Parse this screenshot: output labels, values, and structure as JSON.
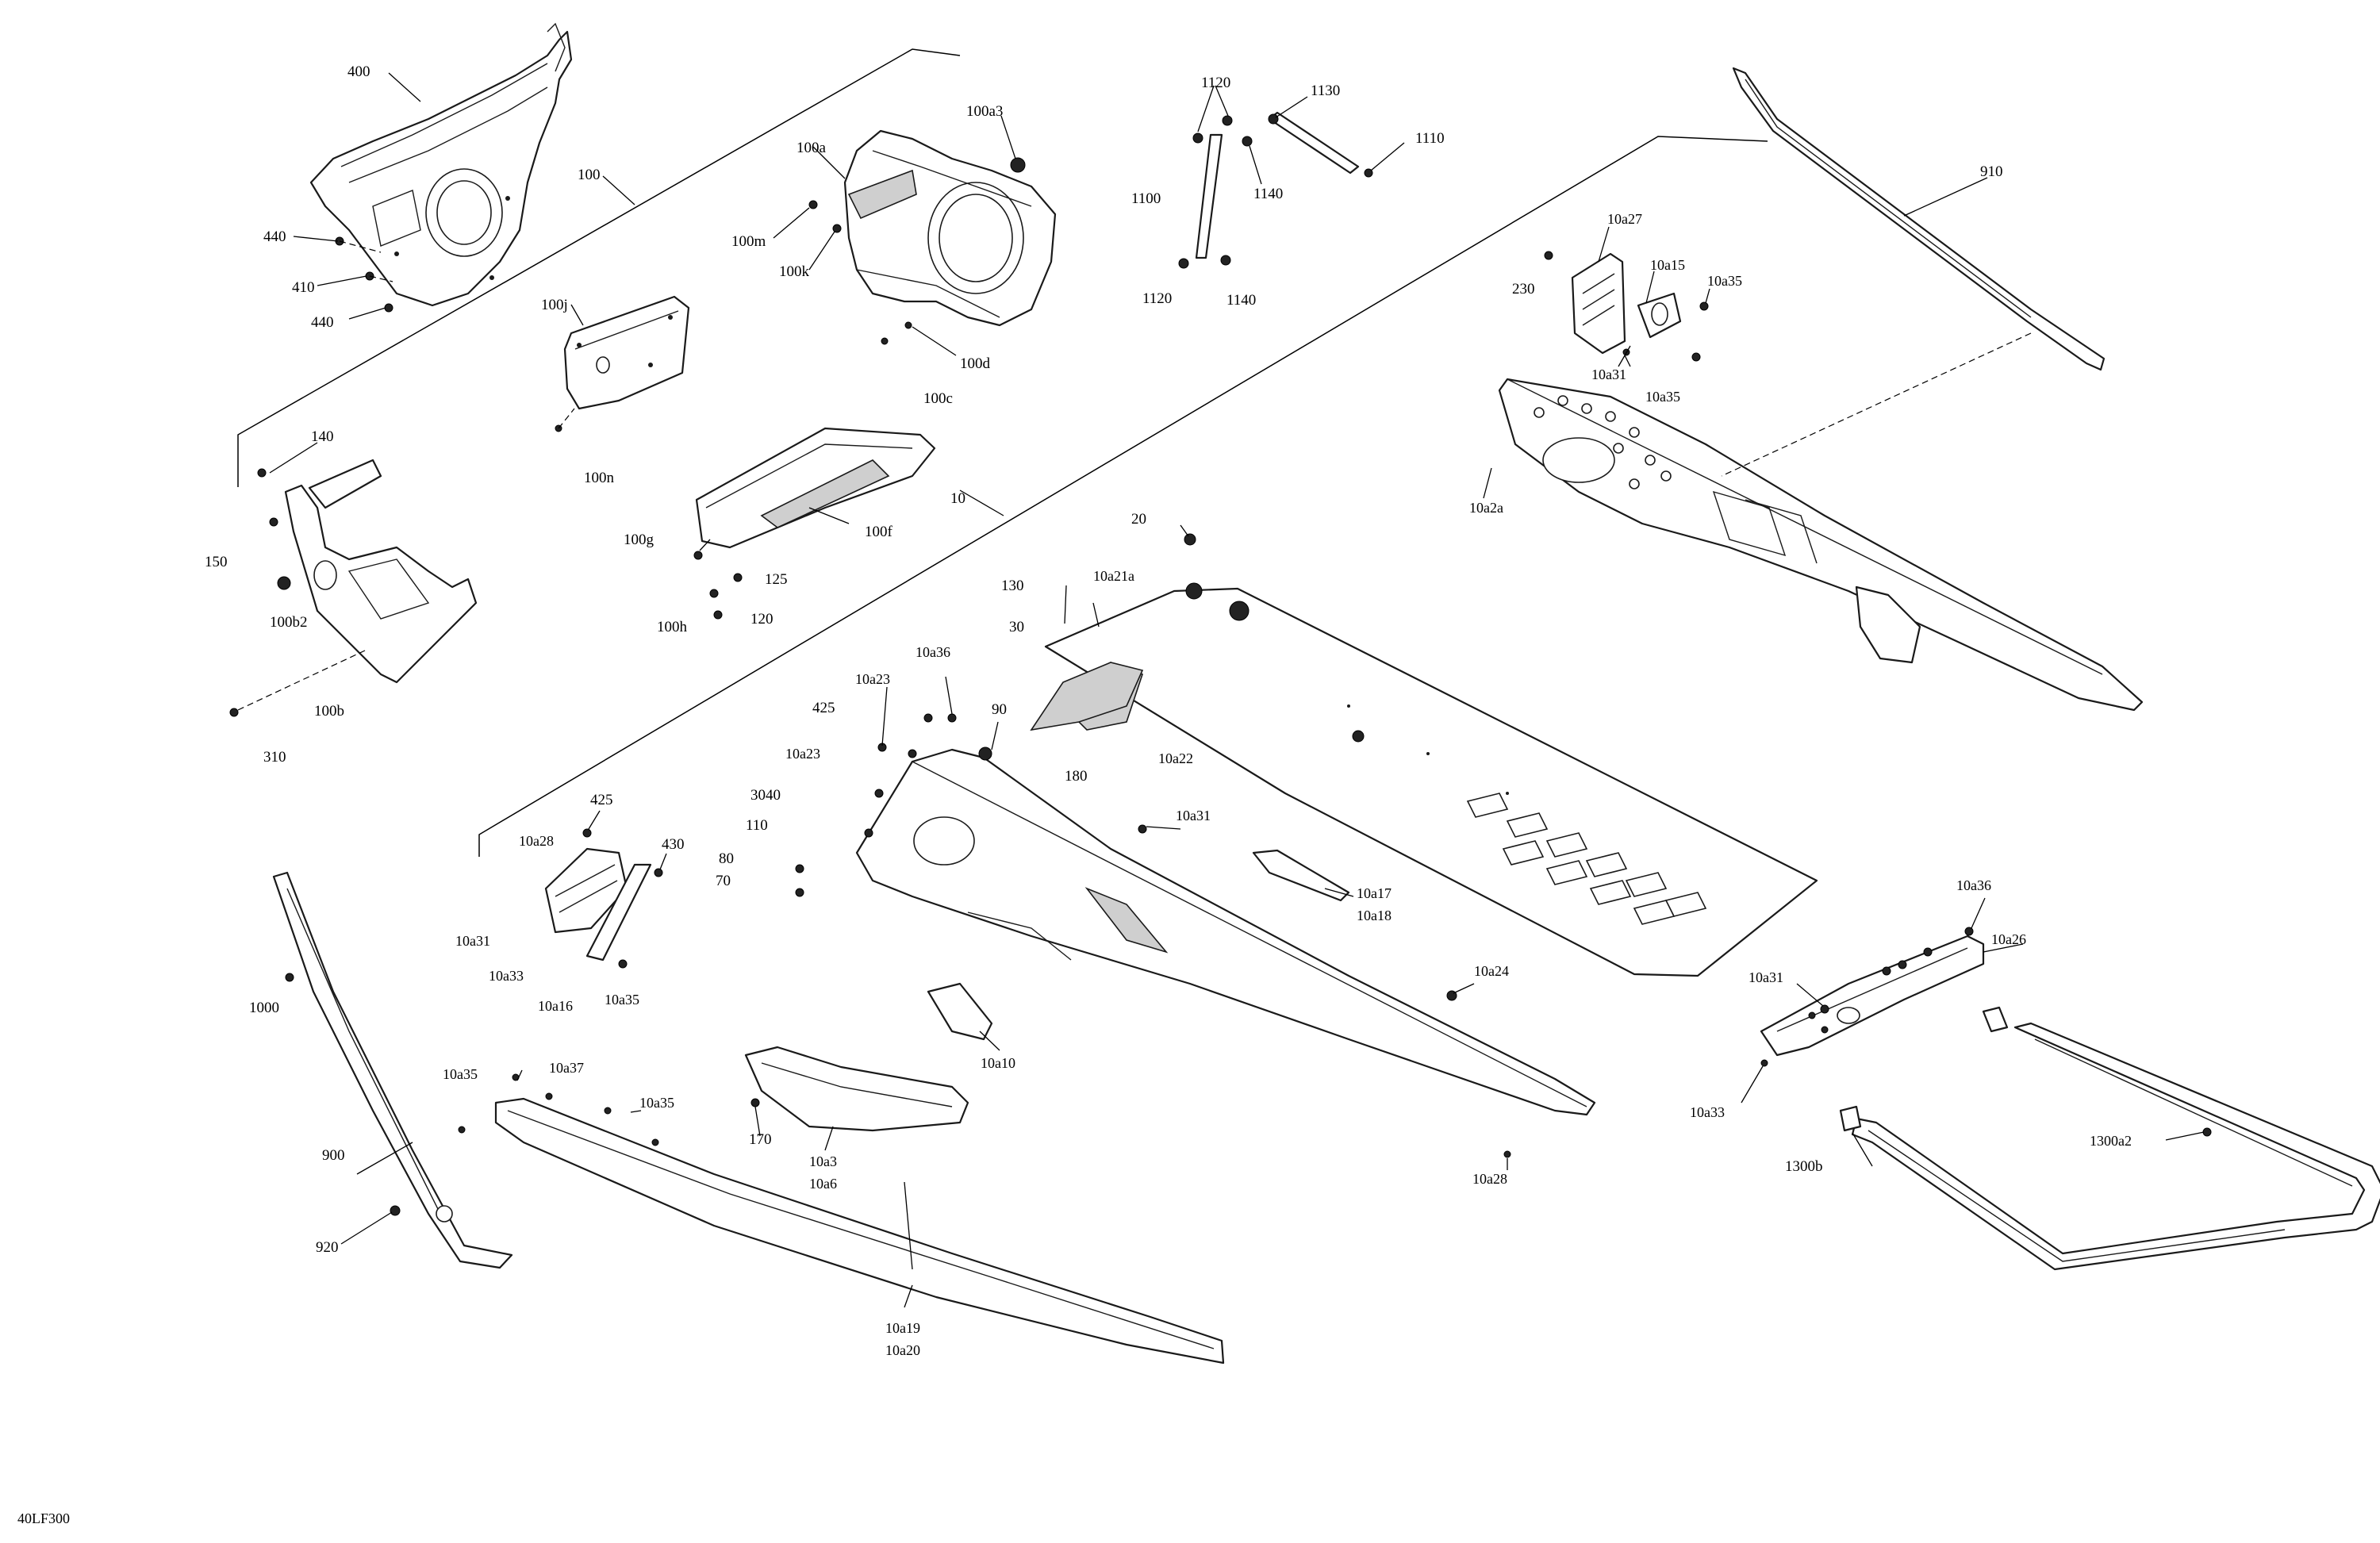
{
  "diagram_code": "40LF300",
  "callouts": {
    "c400": "400",
    "c100": "100",
    "c440a": "440",
    "c410": "410",
    "c440b": "440",
    "c100j": "100j",
    "c100n": "100n",
    "c100a": "100a",
    "c100a3": "100a3",
    "c100m": "100m",
    "c100k": "100k",
    "c100d": "100d",
    "c100c": "100c",
    "c1120a": "1120",
    "c1130": "1130",
    "c1110": "1110",
    "c1100": "1100",
    "c1140a": "1140",
    "c1120b": "1120",
    "c1140b": "1140",
    "c910": "910",
    "c10a27": "10a27",
    "c230": "230",
    "c10a15": "10a15",
    "c10a35a": "10a35",
    "c10a31a": "10a31",
    "c10a35b": "10a35",
    "c10a2a": "10a2a",
    "c140": "140",
    "c150": "150",
    "c100b2": "100b2",
    "c100b": "100b",
    "c310": "310",
    "c100g": "100g",
    "c100f": "100f",
    "c125": "125",
    "c100h": "100h",
    "c120": "120",
    "c10": "10",
    "c20": "20",
    "c130": "130",
    "c10a21a": "10a21a",
    "c30": "30",
    "c10a36a": "10a36",
    "c10a23a": "10a23",
    "c425a": "425",
    "c90": "90",
    "c180": "180",
    "c10a22": "10a22",
    "c10a23b": "10a23",
    "c3040": "3040",
    "c110": "110",
    "c80": "80",
    "c70": "70",
    "c10a31b": "10a31",
    "c10a17": "10a17",
    "c10a18": "10a18",
    "c425b": "425",
    "c10a28a": "10a28",
    "c430": "430",
    "c10a31c": "10a31",
    "c10a33a": "10a33",
    "c10a16": "10a16",
    "c10a35c": "10a35",
    "c1000": "1000",
    "c10a24": "10a24",
    "c10a10": "10a10",
    "c10a36b": "10a36",
    "c10a26": "10a26",
    "c10a31d": "10a31",
    "c10a33b": "10a33",
    "c1300b": "1300b",
    "c1300a2": "1300a2",
    "c10a35d": "10a35",
    "c10a37": "10a37",
    "c10a35e": "10a35",
    "c900": "900",
    "c920": "920",
    "c170": "170",
    "c10a3": "10a3",
    "c10a6": "10a6",
    "c10a28b": "10a28",
    "c10a19": "10a19",
    "c10a20": "10a20"
  }
}
